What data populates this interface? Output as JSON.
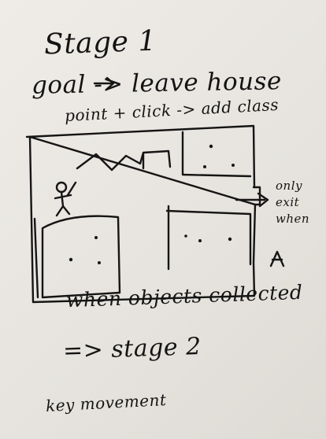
{
  "heading": "Stage 1",
  "goal": "goal -> leave house",
  "method": "point + click -> add class",
  "exit_note": "only\nexit\nwhen",
  "condition": "when objects collected",
  "next_stage": "=> stage 2",
  "footer": "key movement",
  "diagram": {
    "labels": [
      "A"
    ]
  }
}
